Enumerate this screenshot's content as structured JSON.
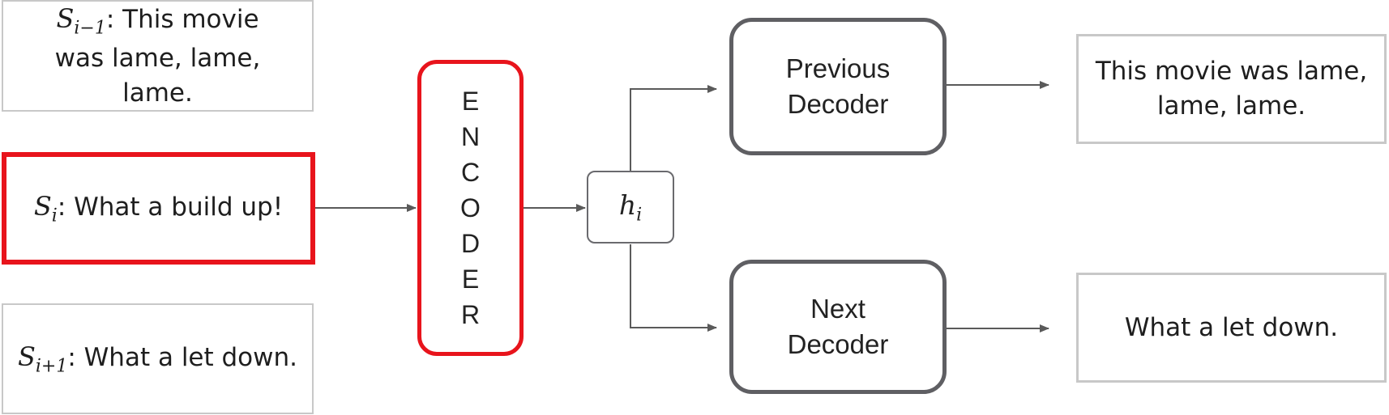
{
  "sentences": {
    "prev": {
      "symbol": "S",
      "subscript": "i−1",
      "text": ": This movie was lame, lame, lame."
    },
    "current": {
      "symbol": "S",
      "subscript": "i",
      "text": ": What a build up!"
    },
    "next": {
      "symbol": "S",
      "subscript": "i+1",
      "text": ": What a let down."
    }
  },
  "encoder": {
    "letters": [
      "E",
      "N",
      "C",
      "O",
      "D",
      "E",
      "R"
    ]
  },
  "hidden_state": {
    "symbol": "h",
    "subscript": "i"
  },
  "decoders": {
    "previous": {
      "label": "Previous Decoder"
    },
    "next": {
      "label": "Next Decoder"
    }
  },
  "outputs": {
    "previous": "This movie was lame, lame, lame.",
    "next": "What a let down."
  },
  "colors": {
    "highlight": "#e8141c",
    "decoder_border": "#5f5f63",
    "arrow": "#5a5a5a",
    "output_border": "#c8c8c8"
  }
}
